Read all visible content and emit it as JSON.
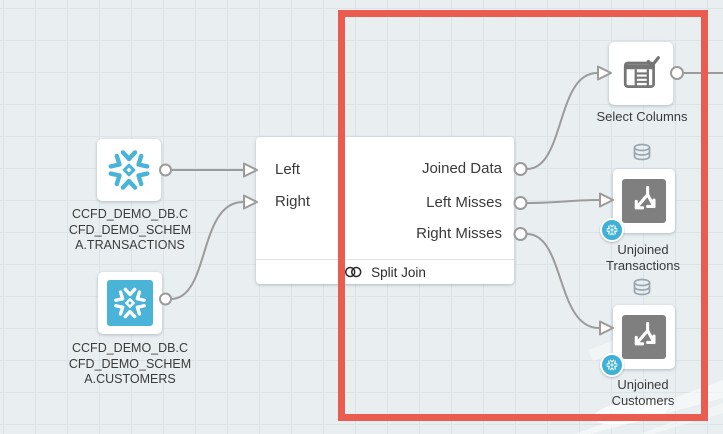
{
  "canvas": {
    "kind": "workflow-editor-canvas",
    "colors": {
      "background": "#E9EEF1",
      "grid_line": "#DCE4E8",
      "highlight": "#E95C4F",
      "snowflake_blue": "#49B4D8",
      "node_icon_gray": "#7F7F7F",
      "wire_gray": "#9B9B9B",
      "text": "#3B3B3B"
    }
  },
  "icons": {
    "snowflake": "snowflake-icon",
    "database": "database-cylinder-icon",
    "split_arrows": "split-arrows-icon",
    "select_columns": "table-check-icon",
    "join_rings": "venn-circles-icon"
  },
  "nodes": {
    "source_transactions": {
      "label_lines": [
        "CCFD_DEMO_DB.C",
        "CFD_DEMO_SCHEM",
        "A.TRANSACTIONS"
      ]
    },
    "source_customers": {
      "label_lines": [
        "CCFD_DEMO_DB.C",
        "CFD_DEMO_SCHEM",
        "A.CUSTOMERS"
      ]
    },
    "split_join": {
      "footer_label": "Split Join",
      "inputs": [
        {
          "label": "Left"
        },
        {
          "label": "Right"
        }
      ],
      "outputs": [
        {
          "label": "Joined Data"
        },
        {
          "label": "Left Misses"
        },
        {
          "label": "Right Misses"
        }
      ]
    },
    "select_columns": {
      "label": "Select Columns"
    },
    "unjoined_transactions": {
      "label_lines": [
        "Unjoined",
        "Transactions"
      ]
    },
    "unjoined_customers": {
      "label_lines": [
        "Unjoined",
        "Customers"
      ]
    }
  },
  "highlight_box": {
    "color": "#E95C4F"
  }
}
